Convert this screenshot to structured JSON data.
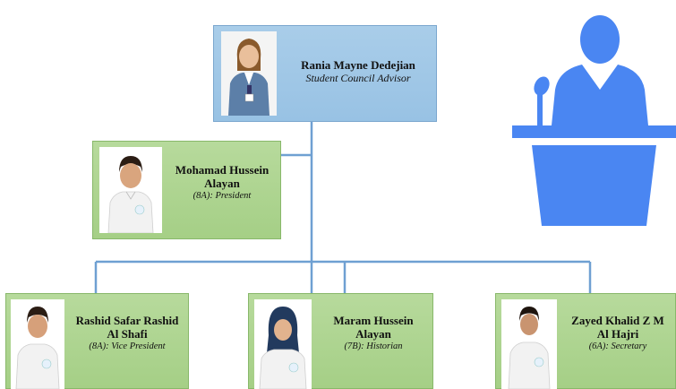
{
  "advisor": {
    "name": "Rania Mayne Dedejian",
    "role": "Student Council Advisor"
  },
  "president": {
    "name_line1": "Mohamad Hussein",
    "name_line2": "Alayan",
    "role": "(8A): President"
  },
  "members": [
    {
      "name_line1": "Rashid Safar Rashid",
      "name_line2": "Al Shafi",
      "role": "(8A): Vice President"
    },
    {
      "name_line1": "Maram Hussein",
      "name_line2": "Alayan",
      "role": "(7B): Historian"
    },
    {
      "name_line1": "Zayed Khalid Z M",
      "name_line2": "Al Hajri",
      "role": "(6A): Secretary"
    }
  ],
  "icons": {
    "speaker": "speaker-at-podium-icon"
  },
  "colors": {
    "advisor_box": "#a9cde9",
    "member_box": "#b7da9c",
    "connector": "#6fa0d2",
    "speaker_icon": "#4a86f2"
  }
}
